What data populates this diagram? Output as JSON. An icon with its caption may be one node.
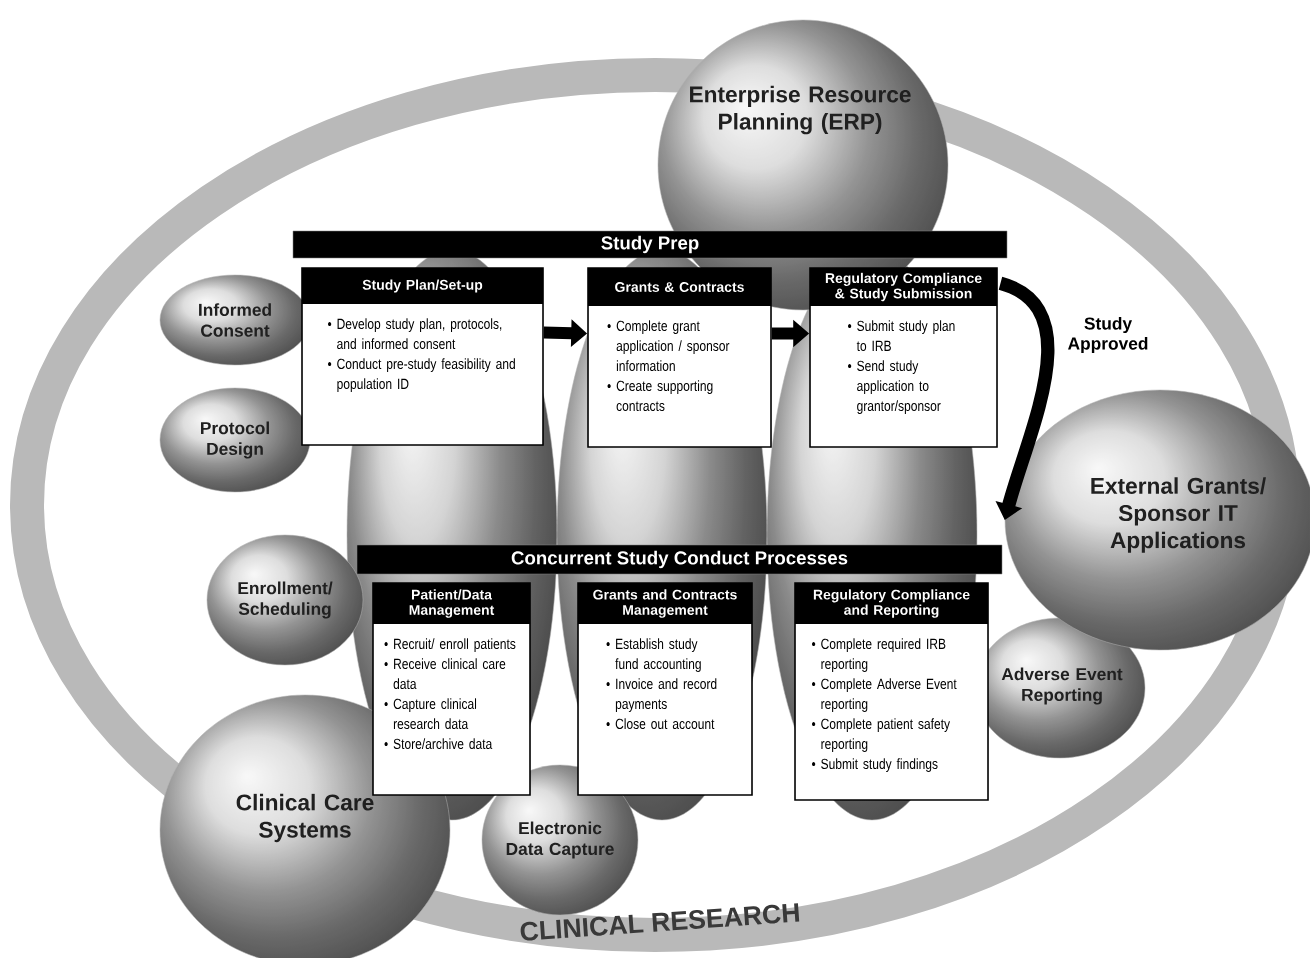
{
  "diagram": {
    "nodes": [
      {
        "text": [
          "Enterprise Resource Planning (ERP)"
        ]
      },
      {
        "text": [
          "Informed Consent"
        ]
      },
      {
        "text": [
          "Protocol Design"
        ]
      },
      {
        "text": [
          "Enrollment/ Scheduling"
        ]
      },
      {
        "text": [
          "Clinical Care Systems"
        ]
      },
      {
        "text": [
          "Electronic Data Capture"
        ]
      },
      {
        "text": [
          "Adverse Event Reporting"
        ]
      },
      {
        "text": [
          "External Grants/ Sponsor IT Applications"
        ]
      },
      {
        "text": [
          "Study Prep"
        ]
      },
      {
        "text": [
          "Study Plan/Set-up",
          "• Develop study plan, protocols, and informed consent",
          "• Conduct pre-study feasibility and population ID"
        ]
      },
      {
        "text": [
          "Grants & Contracts",
          "• Complete grant application / sponsor information",
          "• Create supporting contracts"
        ]
      },
      {
        "text": [
          "Regulatory Compliance & Study Submission",
          "• Submit study plan to IRB",
          "• Send study application to grantor/sponsor"
        ]
      },
      {
        "text": [
          "Concurrent Study Conduct Processes"
        ]
      },
      {
        "text": [
          "Patient/Data Management",
          "• Recruit/ enroll patients",
          "• Receive clinical care data",
          "• Capture clinical research data",
          "• Store/archive data"
        ]
      },
      {
        "text": [
          "Grants and Contracts Management",
          "• Establish study fund accounting",
          "• Invoice and record payments",
          "• Close out account"
        ]
      },
      {
        "text": [
          "Regulatory Compliance and Reporting",
          "• Complete required IRB reporting",
          "• Complete Adverse Event reporting",
          "• Complete patient safety reporting",
          "• Submit study findings"
        ]
      }
    ],
    "edges": [
      {
        "from": 9,
        "to": 10,
        "arrow": "to"
      },
      {
        "from": 10,
        "to": 11,
        "arrow": "to"
      },
      {
        "from": 11,
        "to": 7,
        "arrow": "to",
        "label": "Study Approved"
      }
    ],
    "labels": [
      "CLINICAL RESEARCH"
    ]
  }
}
